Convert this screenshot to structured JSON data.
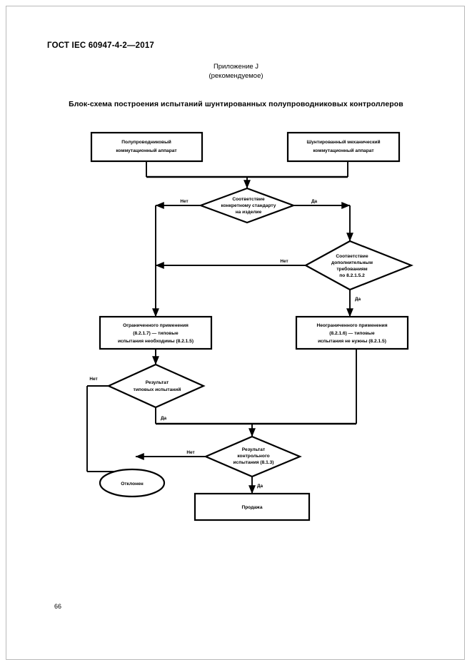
{
  "document": {
    "standard_header": "ГОСТ IEC 60947-4-2—2017",
    "annex_label": "Приложение J",
    "annex_status": "(рекомендуемое)",
    "figure_title": "Блок-схема построения испытаний шунтированных полупроводниковых контроллеров",
    "page_number": "66"
  },
  "flowchart": {
    "nodes": {
      "start_left": {
        "type": "process",
        "line1": "Полупроводниковый",
        "line2": "коммутационный аппарат"
      },
      "start_right": {
        "type": "process",
        "line1": "Шунтированный механический",
        "line2": "коммутационный аппарат"
      },
      "decision_product_standard": {
        "type": "decision",
        "line1": "Соответствие",
        "line2": "конкретному стандарту",
        "line3": "на изделие"
      },
      "decision_additional_requirements": {
        "type": "decision",
        "line1": "Соответствие",
        "line2": "дополнительным",
        "line3": "требованиям",
        "line4": "по 8.2.1.5.2"
      },
      "process_limited_use": {
        "type": "process",
        "line1": "Ограниченного применения",
        "line2": "(8.2.1.7) — типовые",
        "line3": "испытания необходимы (8.2.1.5)"
      },
      "process_unlimited_use": {
        "type": "process",
        "line1": "Неограниченного применения",
        "line2": "(8.2.1.6) — типовые",
        "line3": "испытания не нужны (8.2.1.5)"
      },
      "decision_type_test_result": {
        "type": "decision",
        "line1": "Результат",
        "line2": "типовых испытаний"
      },
      "decision_routine_test_result": {
        "type": "decision",
        "line1": "Результат",
        "line2": "контрольного",
        "line3": "испытания (8.1.3)"
      },
      "terminal_rejected": {
        "type": "terminator",
        "line1": "Отклонен"
      },
      "terminal_sale": {
        "type": "process",
        "line1": "Продажа"
      }
    },
    "edge_labels": {
      "product_standard_no": "Нет",
      "product_standard_yes": "Да",
      "additional_no": "Нет",
      "additional_yes": "Да",
      "type_test_no": "Нет",
      "type_test_yes": "Да",
      "routine_no": "Нет",
      "routine_yes": "Да"
    }
  },
  "colors": {
    "page_background": "#ffffff",
    "ink": "#000000",
    "page_edge": "#b9b9b9"
  }
}
